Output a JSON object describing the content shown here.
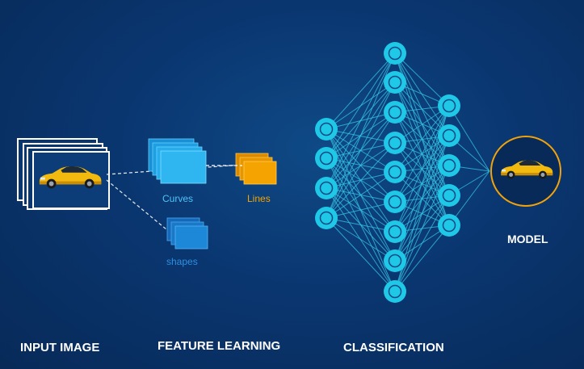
{
  "sections": {
    "input": "INPUT IMAGE",
    "feature": "FEATURE LEARNING",
    "classification": "CLASSIFICATION",
    "model": "MODEL"
  },
  "features": {
    "curves": "Curves",
    "lines": "Lines",
    "shapes": "shapes"
  },
  "network": {
    "layers": [
      4,
      9,
      5,
      1
    ]
  },
  "colors": {
    "background": "#0a3670",
    "node": "#1ec8e6",
    "connection": "#35c6e6",
    "curves_cube": "#2fb6f0",
    "lines_cube": "#f5a300",
    "shapes_cube": "#1e88d8",
    "model_ring": "#f2a20a",
    "car": "#f2b90f"
  }
}
